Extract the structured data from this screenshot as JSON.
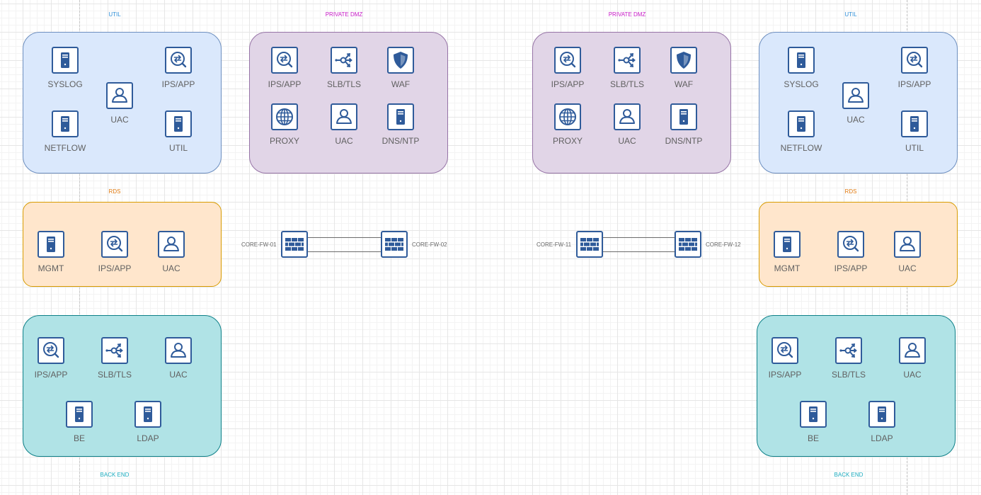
{
  "zones": {
    "util_label": "UTIL",
    "dmz_label": "PRIVATE DMZ",
    "rds_label": "RDS",
    "be_label": "BACK END"
  },
  "left": {
    "util": {
      "syslog": "SYSLOG",
      "ipsapp": "IPS/APP",
      "uac": "UAC",
      "netflow": "NETFLOW",
      "util": "UTIL"
    },
    "dmz": {
      "ipsapp": "IPS/APP",
      "slbtls": "SLB/TLS",
      "waf": "WAF",
      "proxy": "PROXY",
      "uac": "UAC",
      "dnsntp": "DNS/NTP"
    },
    "rds": {
      "mgmt": "MGMT",
      "ipsapp": "IPS/APP",
      "uac": "UAC"
    },
    "be": {
      "ipsapp": "IPS/APP",
      "slbtls": "SLB/TLS",
      "uac": "UAC",
      "be": "BE",
      "ldap": "LDAP"
    }
  },
  "right": {
    "util": {
      "syslog": "SYSLOG",
      "ipsapp": "IPS/APP",
      "uac": "UAC",
      "netflow": "NETFLOW",
      "util": "UTIL"
    },
    "dmz": {
      "ipsapp": "IPS/APP",
      "slbtls": "SLB/TLS",
      "waf": "WAF",
      "proxy": "PROXY",
      "uac": "UAC",
      "dnsntp": "DNS/NTP"
    },
    "rds": {
      "mgmt": "MGMT",
      "ipsapp": "IPS/APP",
      "uac": "UAC"
    },
    "be": {
      "ipsapp": "IPS/APP",
      "slbtls": "SLB/TLS",
      "uac": "UAC",
      "be": "BE",
      "ldap": "LDAP"
    }
  },
  "firewalls": {
    "fw01": "CORE-FW-01",
    "fw02": "CORE-FW-02",
    "fw11": "CORE-FW-11",
    "fw12": "CORE-FW-12"
  },
  "colors": {
    "icon_stroke": "#2f5b9a",
    "util_fill": "#dae8fc",
    "dmz_fill": "#e1d5e7",
    "rds_fill": "#ffe6cc",
    "be_fill": "#b0e3e6"
  }
}
